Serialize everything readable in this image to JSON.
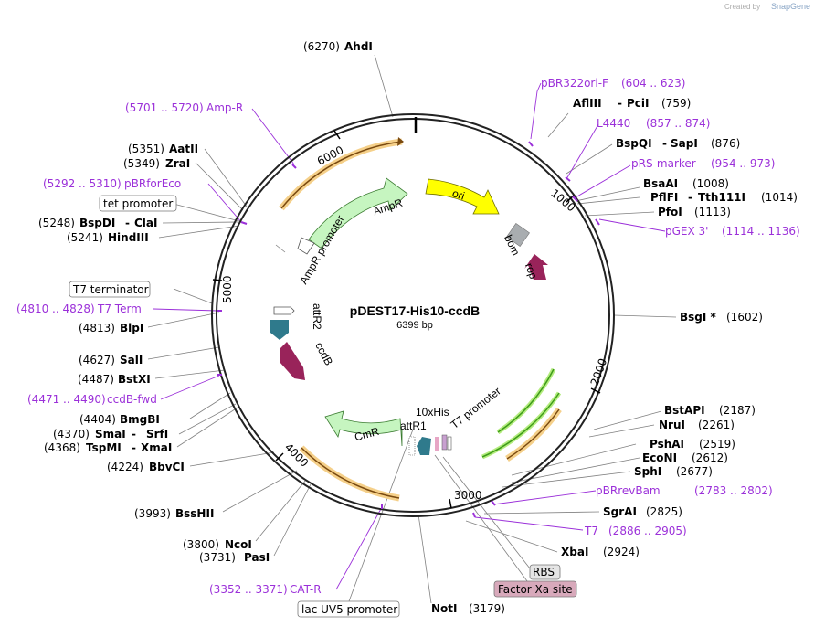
{
  "watermark": {
    "created_by": "Created by",
    "brand": "SnapGene"
  },
  "plasmid": {
    "name": "pDEST17-His10-ccdB",
    "size_label": "6399 bp"
  },
  "ticks": [
    "1000",
    "2000",
    "3000",
    "4000",
    "5000",
    "6000"
  ],
  "features": {
    "ampr": "AmpR",
    "ampr_promoter": "AmpR promoter",
    "ori": "ori",
    "bom": "bom",
    "rop": "rop",
    "attr1": "attR1",
    "attr2": "attR2",
    "ccdb": "ccdB",
    "cmr": "CmR",
    "his": "10xHis",
    "t7_promoter": "T7 promoter"
  },
  "boxed": {
    "tet_promoter": "tet promoter",
    "t7_terminator": "T7 terminator",
    "rbs": "RBS",
    "factor_xa": "Factor Xa site",
    "lac_uv5": "lac UV5 promoter"
  },
  "sites": {
    "ahdi": {
      "pos": "(6270)",
      "name": "AhdI"
    },
    "afliii": {
      "name": "AflIII",
      "sep": "-",
      "name2": "PciI",
      "pos": "(759)"
    },
    "bspqi": {
      "name": "BspQI",
      "sep": "-",
      "name2": "SapI",
      "pos": "(876)"
    },
    "bsaai": {
      "name": "BsaAI",
      "pos": "(1008)"
    },
    "pflfi": {
      "name": "PflFI",
      "sep": "-",
      "name2": "Tth111I",
      "pos": "(1014)"
    },
    "pfoi": {
      "name": "PfoI",
      "pos": "(1113)"
    },
    "bsgi": {
      "name": "BsgI *",
      "pos": "(1602)"
    },
    "bstapi": {
      "name": "BstAPI",
      "pos": "(2187)"
    },
    "nrui": {
      "name": "NruI",
      "pos": "(2261)"
    },
    "pshai": {
      "name": "PshAI",
      "pos": "(2519)"
    },
    "econi": {
      "name": "EcoNI",
      "pos": "(2612)"
    },
    "sphi": {
      "name": "SphI",
      "pos": "(2677)"
    },
    "sgrai": {
      "name": "SgrAI",
      "pos": "(2825)"
    },
    "xbai": {
      "name": "XbaI",
      "pos": "(2924)"
    },
    "noti": {
      "name": "NotI",
      "pos": "(3179)"
    },
    "pasi": {
      "pos": "(3731)",
      "name": "PasI"
    },
    "ncoi": {
      "pos": "(3800)",
      "name": "NcoI"
    },
    "bsshii": {
      "pos": "(3993)",
      "name": "BssHII"
    },
    "bbvci": {
      "pos": "(4224)",
      "name": "BbvCI"
    },
    "tspmi": {
      "pos": "(4368)",
      "name": "TspMI",
      "sep": "-",
      "name2": "XmaI"
    },
    "smai": {
      "pos": "(4370)",
      "name": "SmaI",
      "sep": "-",
      "name2": "SrfI"
    },
    "bmgbi": {
      "pos": "(4404)",
      "name": "BmgBI"
    },
    "bstxi": {
      "pos": "(4487)",
      "name": "BstXI"
    },
    "sali": {
      "pos": "(4627)",
      "name": "SalI"
    },
    "blpi": {
      "pos": "(4813)",
      "name": "BlpI"
    },
    "hindiii": {
      "pos": "(5241)",
      "name": "HindIII"
    },
    "bspdi": {
      "pos": "(5248)",
      "name": "BspDI",
      "sep": "-",
      "name2": "ClaI"
    },
    "zrai": {
      "pos": "(5349)",
      "name": "ZraI"
    },
    "aatii": {
      "pos": "(5351)",
      "name": "AatII"
    }
  },
  "primers": {
    "pbr322ori": {
      "name": "pBR322ori-F",
      "range": "(604 .. 623)"
    },
    "l4440": {
      "name": "L4440",
      "range": "(857 .. 874)"
    },
    "prs": {
      "name": "pRS-marker",
      "range": "(954 .. 973)"
    },
    "pgex": {
      "name": "pGEX 3'",
      "range": "(1114 .. 1136)"
    },
    "pbrrevbam": {
      "name": "pBRrevBam",
      "range": "(2783 .. 2802)"
    },
    "t7": {
      "name": "T7",
      "range": "(2886 .. 2905)"
    },
    "catr": {
      "range": "(3352 .. 3371)",
      "name": "CAT-R"
    },
    "ccdbfwd": {
      "range": "(4471 .. 4490)",
      "name": "ccdB-fwd"
    },
    "t7term": {
      "range": "(4810 .. 4828)",
      "name": "T7 Term"
    },
    "pbrforeco": {
      "range": "(5292 .. 5310)",
      "name": "pBRforEco"
    },
    "ampr": {
      "range": "(5701 .. 5720)",
      "name": "Amp-R"
    }
  },
  "colors": {
    "ring": "#222222",
    "leader": "#808080",
    "primer": "#9b30d9",
    "ampr": "#c6f5c0",
    "ori": "#ffff00",
    "bom": "#a9adb0",
    "rop": "#99235a",
    "attr": "#2f7a8c",
    "ccdb": "#99235a",
    "cmr": "#c6f5c0",
    "orange_arc": "#f5d08a",
    "green_arc": "#3f9c1a"
  }
}
